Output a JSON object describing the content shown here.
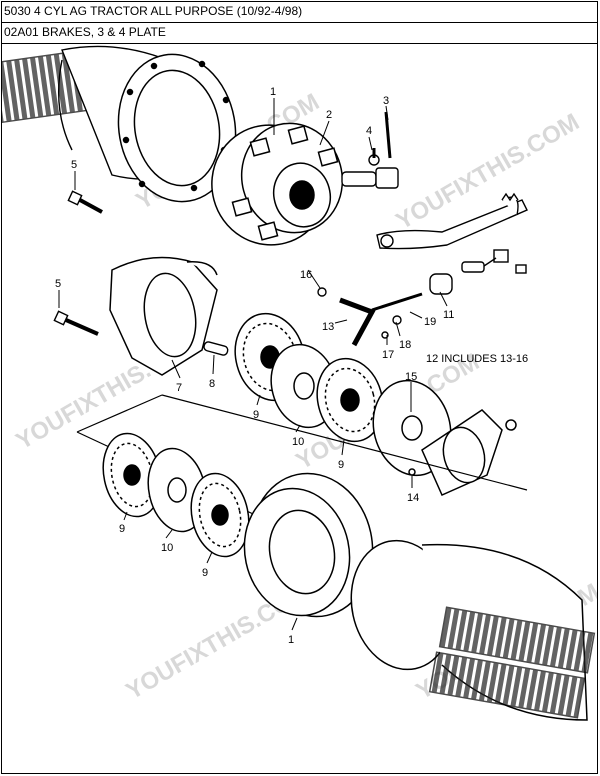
{
  "header": {
    "model": "5030 4 CYL AG TRACTOR ALL PURPOSE (10/92-4/98)",
    "section": "02A01 BRAKES, 3 & 4 PLATE"
  },
  "watermark": "YOUFIXTHIS.COM",
  "callouts": {
    "c1a": "1",
    "c2": "2",
    "c3": "3",
    "c4": "4",
    "c5a": "5",
    "c5b": "5",
    "c7": "7",
    "c8": "8",
    "c9a": "9",
    "c9b": "9",
    "c9c": "9",
    "c9d": "9",
    "c10a": "10",
    "c10b": "10",
    "c11": "11",
    "c13": "13",
    "c14": "14",
    "c15": "15",
    "c16": "16",
    "c17": "17",
    "c18": "18",
    "c19": "19",
    "c1b": "1"
  },
  "note": "12 INCLUDES 13-16"
}
